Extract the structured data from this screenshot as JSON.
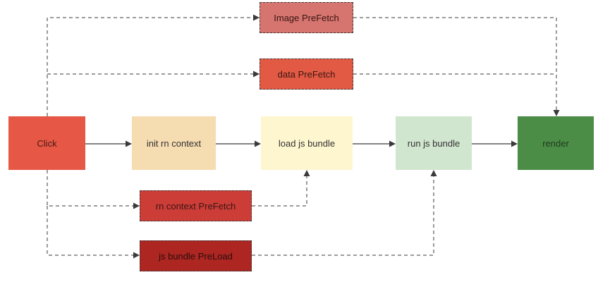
{
  "diagram": {
    "nodes": {
      "click": {
        "label": "Click",
        "fill": "#e65745",
        "text_color": "#4a1a14"
      },
      "init": {
        "label": "init rn context",
        "fill": "#f6dcb1",
        "text_color": "#333333"
      },
      "load": {
        "label": "load js bundle",
        "fill": "#fef6cf",
        "text_color": "#333333"
      },
      "run": {
        "label": "run js bundle",
        "fill": "#d1e6cf",
        "text_color": "#333333"
      },
      "render": {
        "label": "render",
        "fill": "#4b8c47",
        "text_color": "#1f3a1d"
      },
      "image": {
        "label": "Image PreFetch",
        "fill": "#d6756f",
        "text_color": "#3a1512"
      },
      "data": {
        "label": "data PreFetch",
        "fill": "#e25a44",
        "text_color": "#3a1512"
      },
      "rnctx": {
        "label": "rn context PreFetch",
        "fill": "#cc3d38",
        "text_color": "#3a1512"
      },
      "jsbl": {
        "label": "js bundle PreLoad",
        "fill": "#ad2622",
        "text_color": "#2a0d0c"
      }
    },
    "edges": [
      {
        "from": "click",
        "to": "init",
        "style": "solid"
      },
      {
        "from": "init",
        "to": "load",
        "style": "solid"
      },
      {
        "from": "load",
        "to": "run",
        "style": "solid"
      },
      {
        "from": "run",
        "to": "render",
        "style": "solid"
      },
      {
        "from": "click",
        "to": "image",
        "style": "dashed"
      },
      {
        "from": "click",
        "to": "data",
        "style": "dashed"
      },
      {
        "from": "image",
        "to": "render",
        "style": "dashed"
      },
      {
        "from": "data",
        "to": "render",
        "style": "dashed"
      },
      {
        "from": "click",
        "to": "rnctx",
        "style": "dashed"
      },
      {
        "from": "click",
        "to": "jsbl",
        "style": "dashed"
      },
      {
        "from": "rnctx",
        "to": "load",
        "style": "dashed"
      },
      {
        "from": "jsbl",
        "to": "run",
        "style": "dashed"
      }
    ],
    "line_color": "#3a3a3a"
  }
}
